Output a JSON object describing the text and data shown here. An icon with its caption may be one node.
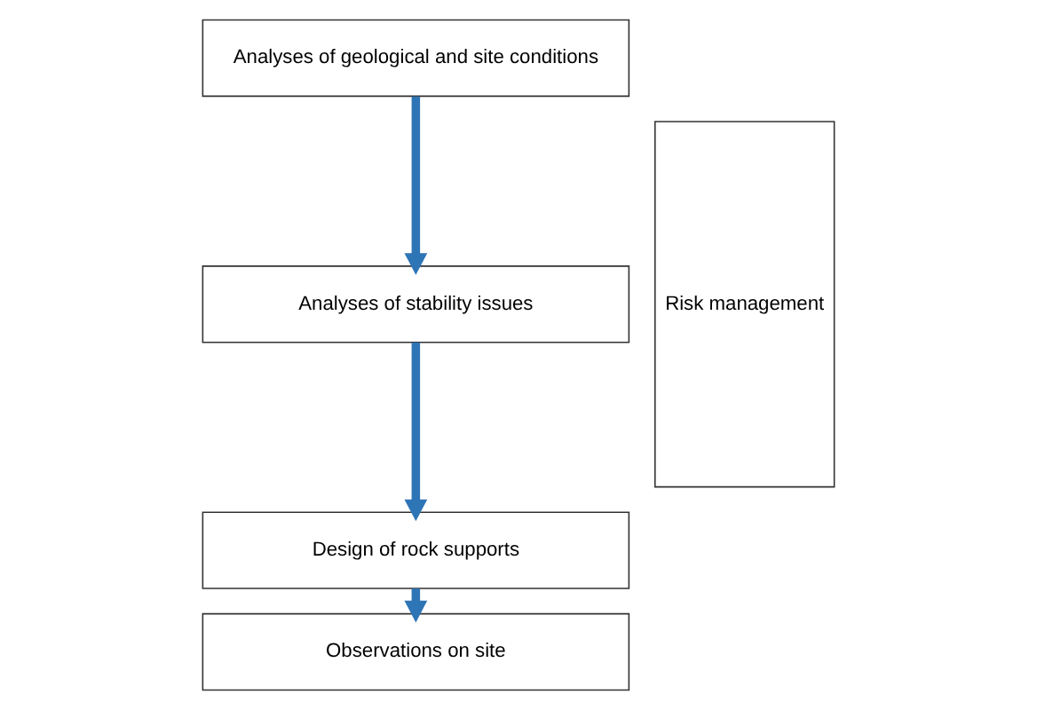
{
  "diagram": {
    "nodes": [
      {
        "text": [
          "Analyses of geological and site conditions"
        ]
      },
      {
        "text": [
          "Analyses of stability issues"
        ]
      },
      {
        "text": [
          "Design of rock supports"
        ]
      },
      {
        "text": [
          "Observations on site"
        ]
      },
      {
        "text": [
          "Risk management"
        ]
      }
    ],
    "edges": [
      {
        "from": 0,
        "to": 1,
        "arrow": "to"
      },
      {
        "from": 1,
        "to": 2,
        "arrow": "to"
      },
      {
        "from": 2,
        "to": 3,
        "arrow": "to"
      }
    ]
  }
}
